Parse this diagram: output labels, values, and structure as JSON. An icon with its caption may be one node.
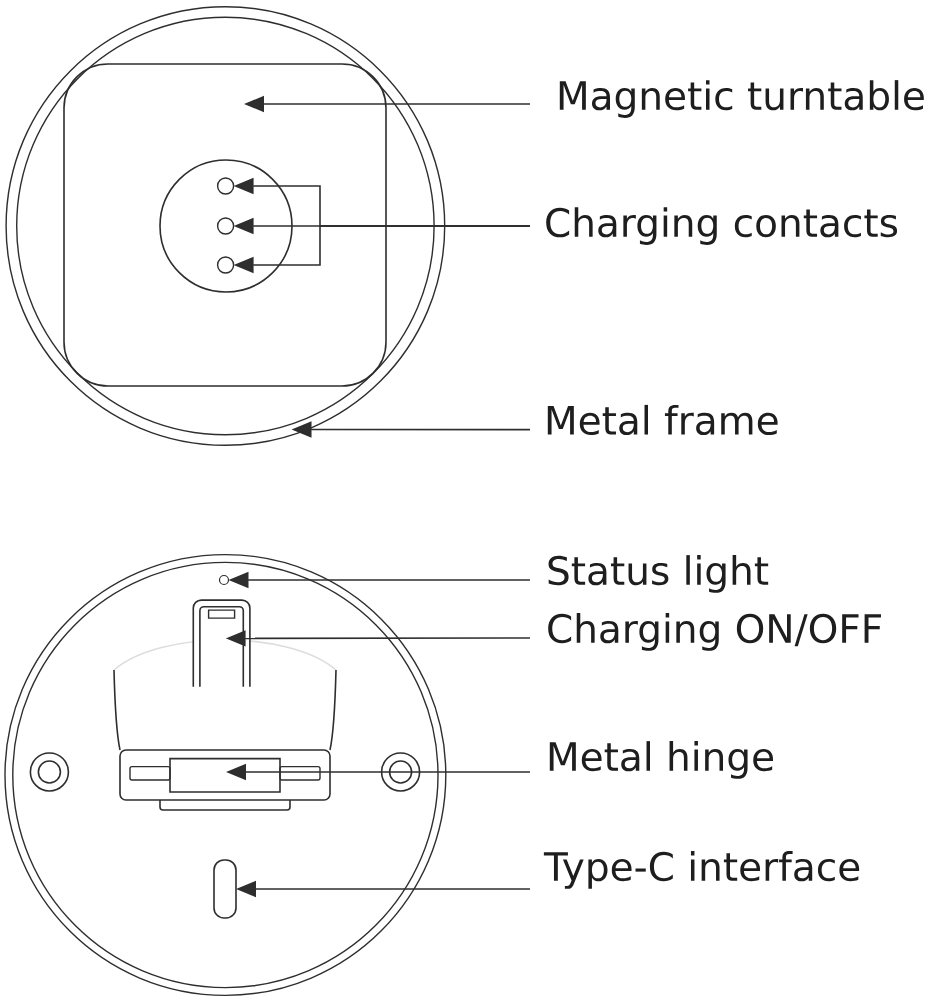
{
  "diagram": {
    "nodes": [
      {
        "text": [],
        "shape": "circle"
      },
      {
        "text": [],
        "shape": "box",
        "in": 0
      },
      {
        "text": [],
        "shape": "circle",
        "in": 1
      },
      {
        "text": [],
        "shape": "circle",
        "in": 1
      },
      {
        "text": [],
        "shape": "circle",
        "in": 1
      },
      {
        "text": [
          "Magnetic turntable"
        ]
      },
      {
        "text": [
          "Charging contacts"
        ]
      },
      {
        "text": [
          "Metal frame"
        ]
      },
      {
        "text": [],
        "shape": "circle"
      },
      {
        "text": [],
        "shape": "circle",
        "in": 8
      },
      {
        "text": [],
        "shape": "box",
        "in": 8
      },
      {
        "text": [],
        "shape": "box",
        "in": 8
      },
      {
        "text": [],
        "shape": "box",
        "in": 8
      },
      {
        "text": [
          "Status light"
        ]
      },
      {
        "text": [
          "Charging ON/OFF"
        ]
      },
      {
        "text": [
          "Metal hinge"
        ]
      },
      {
        "text": [
          "Type-C interface"
        ]
      }
    ],
    "edges": [
      {
        "from": 5,
        "to": 1,
        "arrow": "to"
      },
      {
        "from": 6,
        "to": 2,
        "arrow": "to"
      },
      {
        "from": 6,
        "to": 3,
        "arrow": "to"
      },
      {
        "from": 6,
        "to": 4,
        "arrow": "to"
      },
      {
        "from": 7,
        "to": 0,
        "arrow": "to"
      },
      {
        "from": 13,
        "to": 9,
        "arrow": "to"
      },
      {
        "from": 14,
        "to": 10,
        "arrow": "to"
      },
      {
        "from": 15,
        "to": 11,
        "arrow": "to"
      },
      {
        "from": 16,
        "to": 12,
        "arrow": "to"
      }
    ]
  }
}
